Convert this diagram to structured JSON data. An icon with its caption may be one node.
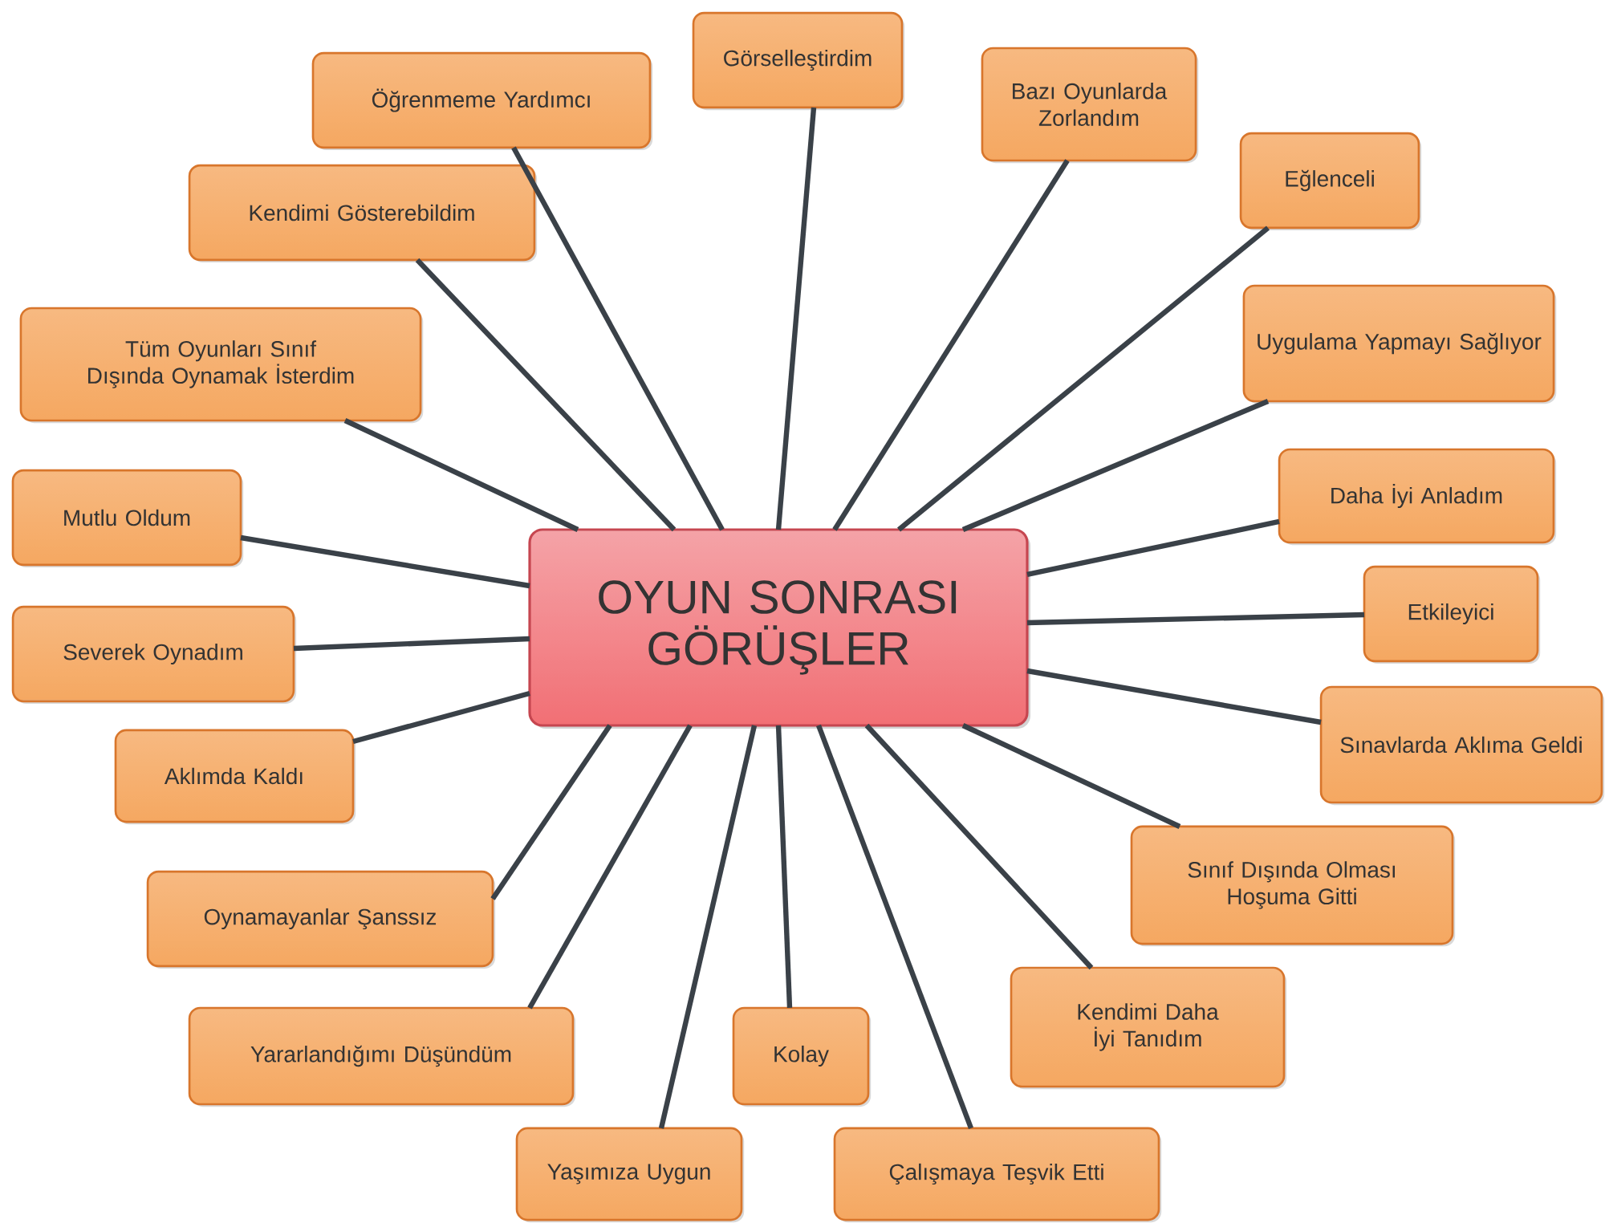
{
  "diagram": {
    "nodes": [
      {
        "text": [
          "OYUN SONRASI GÖRÜŞLER"
        ]
      },
      {
        "text": [
          "Görselleştirdim"
        ]
      },
      {
        "text": [
          "Bazı Oyunlarda Zorlandım"
        ]
      },
      {
        "text": [
          "Eğlenceli"
        ]
      },
      {
        "text": [
          "Uygulama Yapmayı Sağlıyor"
        ]
      },
      {
        "text": [
          "Daha İyi Anladım"
        ]
      },
      {
        "text": [
          "Etkileyici"
        ]
      },
      {
        "text": [
          "Sınavlarda Aklıma Geldi"
        ]
      },
      {
        "text": [
          "Sınıf Dışında Olması Hoşuma Gitti"
        ]
      },
      {
        "text": [
          "Kendimi Daha İyi Tanıdım"
        ]
      },
      {
        "text": [
          "Çalışmaya Teşvik Etti"
        ]
      },
      {
        "text": [
          "Kolay"
        ]
      },
      {
        "text": [
          "Yaşımıza Uygun"
        ]
      },
      {
        "text": [
          "Yararlandığımı Düşündüm"
        ]
      },
      {
        "text": [
          "Oynamayanlar Şanssız"
        ]
      },
      {
        "text": [
          "Aklımda Kaldı"
        ]
      },
      {
        "text": [
          "Severek Oynadım"
        ]
      },
      {
        "text": [
          "Mutlu Oldum"
        ]
      },
      {
        "text": [
          "Tüm Oyunları Sınıf Dışında Oynamak İsterdim"
        ]
      },
      {
        "text": [
          "Kendimi Gösterebildim"
        ]
      },
      {
        "text": [
          "Öğrenmeme Yardımcı"
        ]
      }
    ],
    "edges": [
      {
        "from": 0,
        "to": 1,
        "arrow": "none"
      },
      {
        "from": 0,
        "to": 2,
        "arrow": "none"
      },
      {
        "from": 0,
        "to": 3,
        "arrow": "none"
      },
      {
        "from": 0,
        "to": 4,
        "arrow": "none"
      },
      {
        "from": 0,
        "to": 5,
        "arrow": "none"
      },
      {
        "from": 0,
        "to": 6,
        "arrow": "none"
      },
      {
        "from": 0,
        "to": 7,
        "arrow": "none"
      },
      {
        "from": 0,
        "to": 8,
        "arrow": "none"
      },
      {
        "from": 0,
        "to": 9,
        "arrow": "none"
      },
      {
        "from": 0,
        "to": 10,
        "arrow": "none"
      },
      {
        "from": 0,
        "to": 11,
        "arrow": "none"
      },
      {
        "from": 0,
        "to": 12,
        "arrow": "none"
      },
      {
        "from": 0,
        "to": 13,
        "arrow": "none"
      },
      {
        "from": 0,
        "to": 14,
        "arrow": "none"
      },
      {
        "from": 0,
        "to": 15,
        "arrow": "none"
      },
      {
        "from": 0,
        "to": 16,
        "arrow": "none"
      },
      {
        "from": 0,
        "to": 17,
        "arrow": "none"
      },
      {
        "from": 0,
        "to": 18,
        "arrow": "none"
      },
      {
        "from": 0,
        "to": 19,
        "arrow": "none"
      },
      {
        "from": 0,
        "to": 20,
        "arrow": "none"
      }
    ]
  }
}
